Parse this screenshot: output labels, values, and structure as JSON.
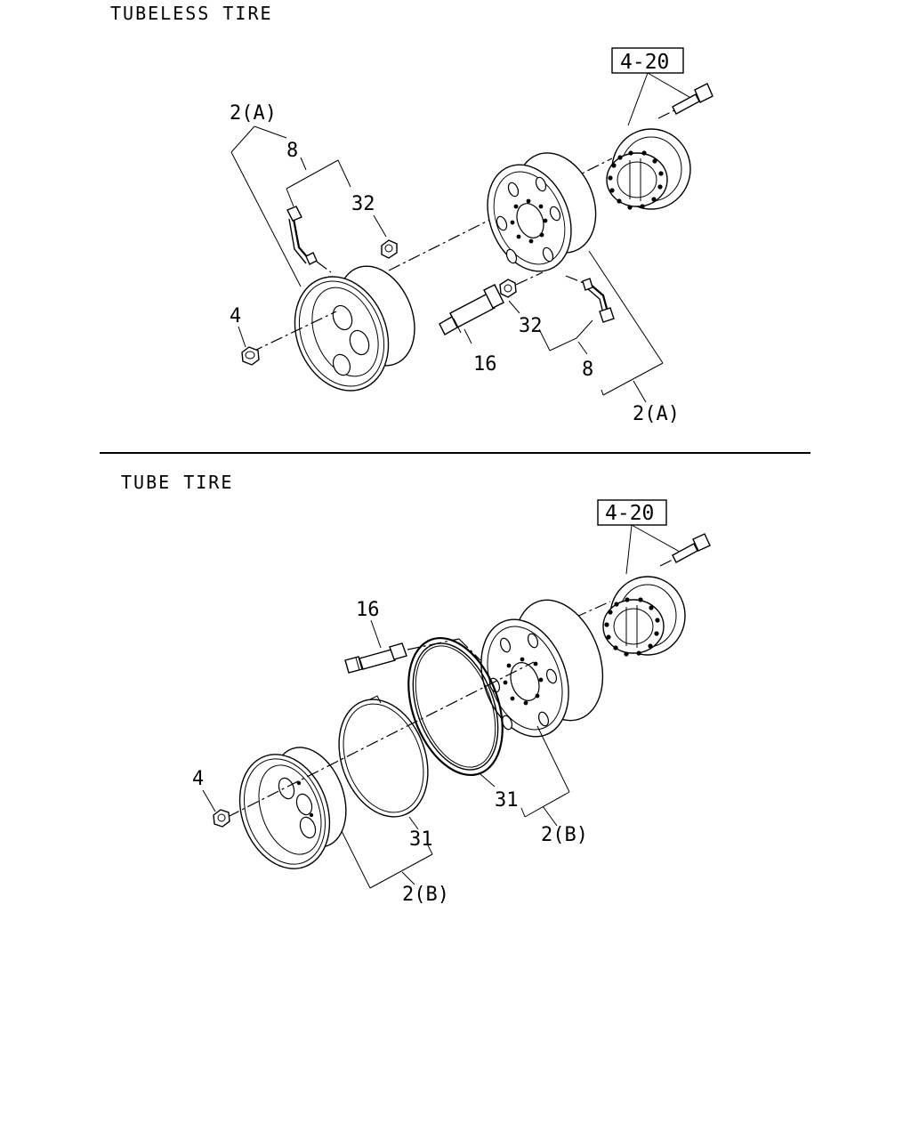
{
  "sections": {
    "tubeless_title": "TUBELESS TIRE",
    "tube_title": "TUBE TIRE"
  },
  "tubeless": {
    "ref_box": "4-20",
    "labels": {
      "wheel_assy_left": "2(A)",
      "valve_left": "8",
      "nut_cap_left": "32",
      "hub_nut": "4",
      "stud": "16",
      "nut_cap_right": "32",
      "valve_right": "8",
      "wheel_assy_right": "2(A)"
    }
  },
  "tube": {
    "ref_box": "4-20",
    "labels": {
      "stud": "16",
      "hub_nut": "4",
      "flap_inner": "31",
      "flap_outer": "31",
      "wheel_assy_right": "2(B)",
      "wheel_assy_left": "2(B)"
    }
  }
}
